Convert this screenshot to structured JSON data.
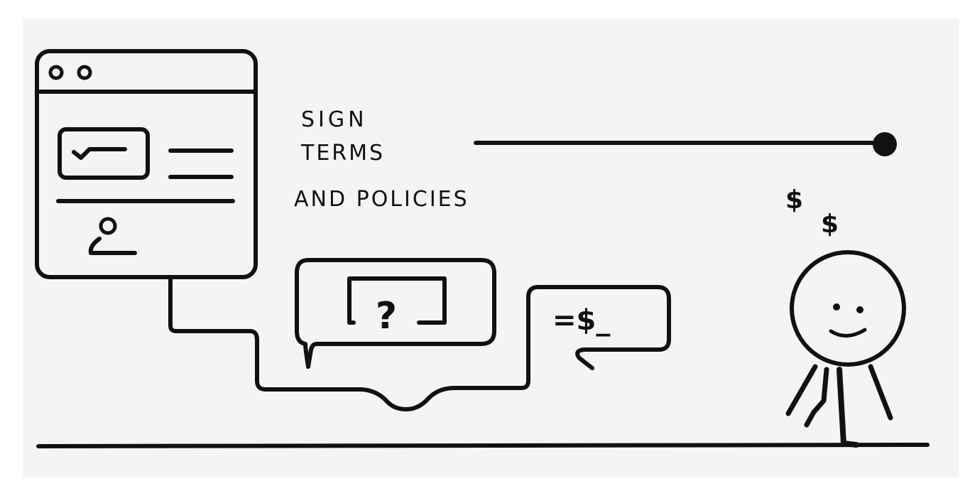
{
  "caption": {
    "line1": "SIGN",
    "line2": "TERMS",
    "line3": "AND POLICIES"
  },
  "question_mark": "?",
  "payment_symbol": "=$_",
  "money": [
    "$",
    "$"
  ],
  "colors": {
    "background": "#f4f4f4",
    "ink": "#111111"
  }
}
